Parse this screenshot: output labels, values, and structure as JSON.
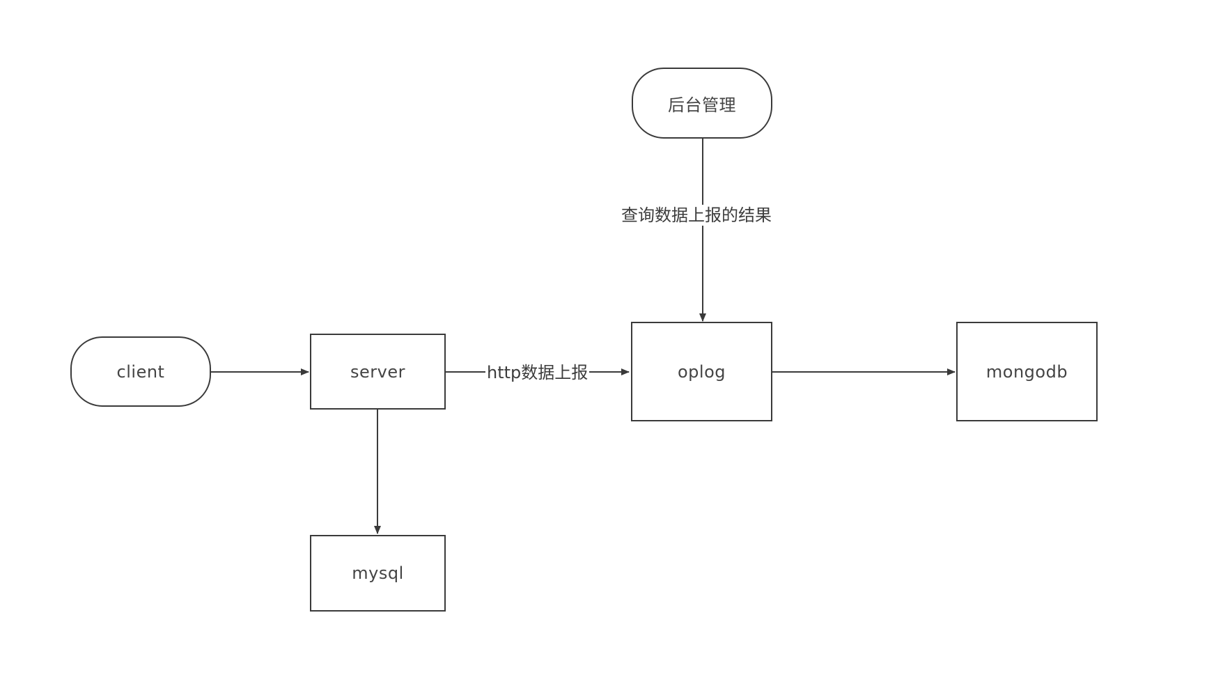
{
  "diagram": {
    "nodes": {
      "admin": {
        "label": "后台管理",
        "shape": "terminator"
      },
      "client": {
        "label": "client",
        "shape": "terminator"
      },
      "server": {
        "label": "server",
        "shape": "process"
      },
      "oplog": {
        "label": "oplog",
        "shape": "process"
      },
      "mongodb": {
        "label": "mongodb",
        "shape": "process"
      },
      "mysql": {
        "label": "mysql",
        "shape": "process"
      }
    },
    "edges": [
      {
        "from": "client",
        "to": "server",
        "label": ""
      },
      {
        "from": "server",
        "to": "oplog",
        "label": "http数据上报"
      },
      {
        "from": "oplog",
        "to": "mongodb",
        "label": ""
      },
      {
        "from": "server",
        "to": "mysql",
        "label": ""
      },
      {
        "from": "admin",
        "to": "oplog",
        "label": "查询数据上报的结果"
      }
    ],
    "colors": {
      "stroke": "#3a3a3a",
      "text": "#444444",
      "background": "#ffffff"
    }
  }
}
